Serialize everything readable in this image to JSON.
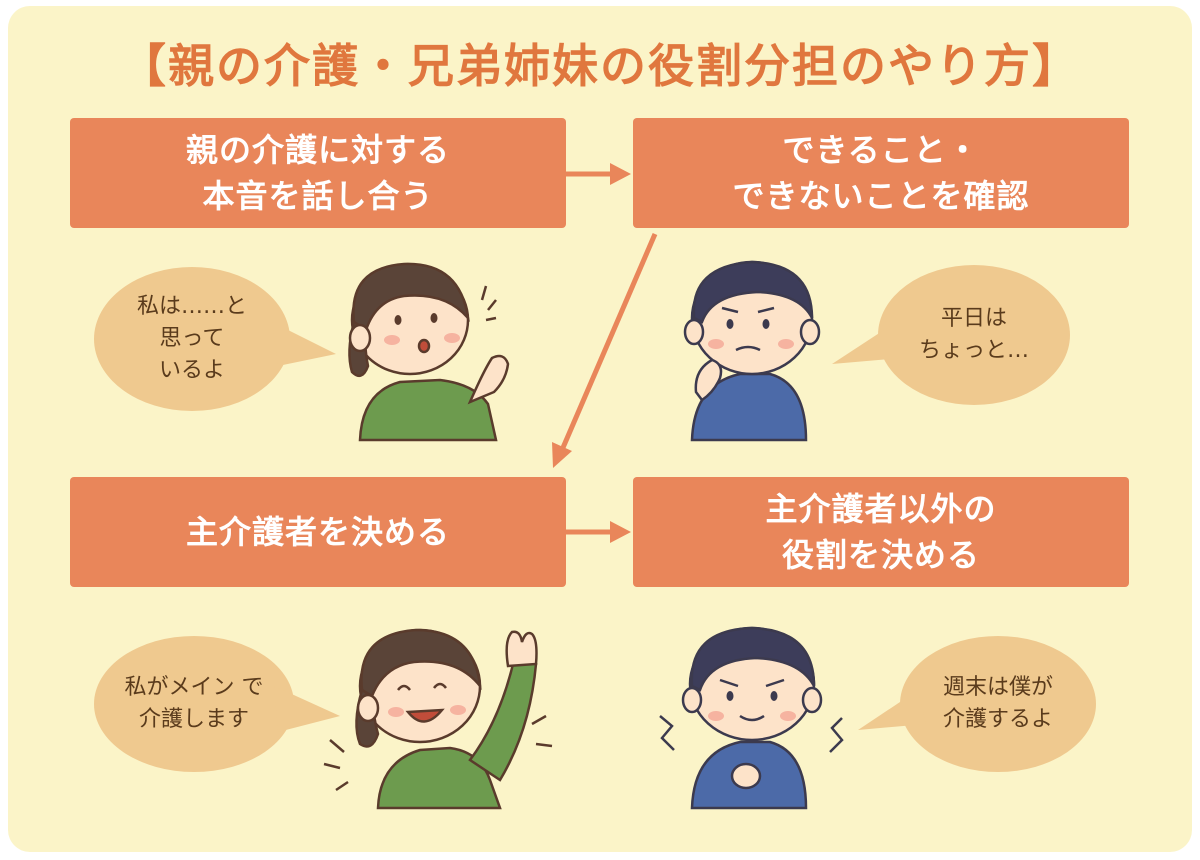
{
  "title": "【親の介護・兄弟姉妹の役割分担のやり方】",
  "steps": [
    {
      "lines": [
        "親の介護に対する",
        "本音を話し合う"
      ]
    },
    {
      "lines": [
        "できること・",
        "できないことを確認"
      ]
    },
    {
      "lines": [
        "主介護者を決める"
      ]
    },
    {
      "lines": [
        "主介護者以外の",
        "役割を決める"
      ]
    }
  ],
  "bubbles": [
    {
      "lines": [
        "私は……と",
        "思って",
        "いるよ"
      ]
    },
    {
      "lines": [
        "平日は",
        "ちょっと…"
      ]
    },
    {
      "lines": [
        "私がメイン で",
        "介護します"
      ]
    },
    {
      "lines": [
        "週末は僕が",
        "介護するよ"
      ]
    }
  ],
  "colors": {
    "background": "#fbf4c8",
    "accent": "#e0773e",
    "box": "#e9865a",
    "bubble": "#efc98f",
    "shirt_green": "#6d9b4e",
    "shirt_blue": "#4c6aa8",
    "hair": "#5a4438",
    "skin": "#fde3c9"
  }
}
